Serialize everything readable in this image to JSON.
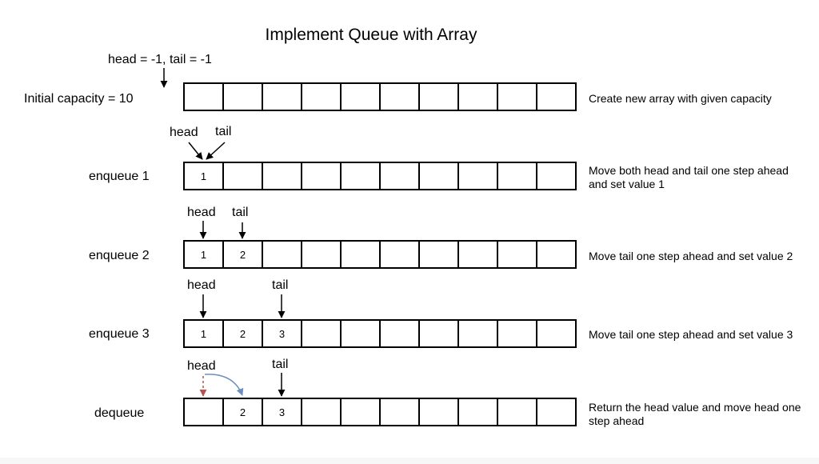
{
  "title": "Implement Queue with Array",
  "initial_pointer_label": "head = -1, tail = -1",
  "pointer_labels": {
    "head": "head",
    "tail": "tail"
  },
  "colors": {
    "remove_arrow": "#b85450",
    "move_arrow": "#6c8ebf",
    "ink": "#000000"
  },
  "rows": [
    {
      "label": "Initial capacity = 10",
      "cells": [
        "",
        "",
        "",
        "",
        "",
        "",
        "",
        "",
        "",
        ""
      ],
      "description": [
        "Create new array with given capacity"
      ]
    },
    {
      "label": "enqueue 1",
      "cells": [
        "1",
        "",
        "",
        "",
        "",
        "",
        "",
        "",
        "",
        ""
      ],
      "description": [
        "Move both head and tail one step ahead",
        "and set value 1"
      ]
    },
    {
      "label": "enqueue 2",
      "cells": [
        "1",
        "2",
        "",
        "",
        "",
        "",
        "",
        "",
        "",
        ""
      ],
      "description": [
        "Move tail one step ahead and set value 2"
      ]
    },
    {
      "label": "enqueue 3",
      "cells": [
        "1",
        "2",
        "3",
        "",
        "",
        "",
        "",
        "",
        "",
        ""
      ],
      "description": [
        "Move tail one step ahead and set value 3"
      ]
    },
    {
      "label": "dequeue",
      "cells": [
        "",
        "2",
        "3",
        "",
        "",
        "",
        "",
        "",
        "",
        ""
      ],
      "description": [
        "Return the head value and move head one",
        "step ahead"
      ]
    }
  ]
}
